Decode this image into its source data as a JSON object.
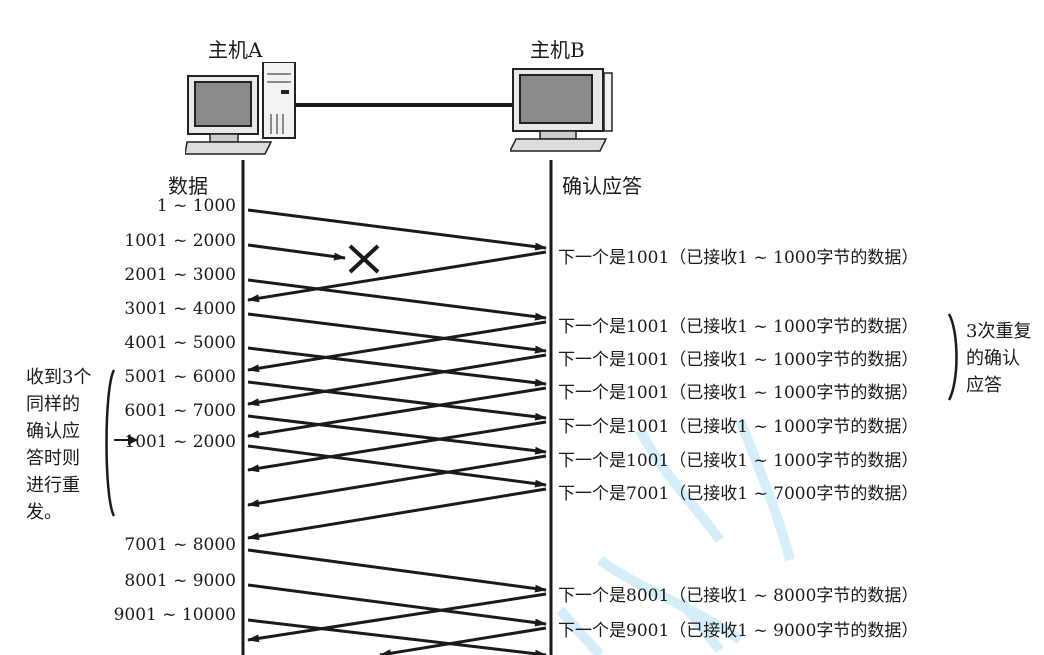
{
  "hosts": {
    "a_label": "主机A",
    "b_label": "主机B"
  },
  "headers": {
    "left": "数据",
    "right": "确认应答"
  },
  "segments": [
    "1 ~ 1000",
    "1001 ~ 2000",
    "2001 ~ 3000",
    "3001 ~ 4000",
    "4001 ~ 5000",
    "5001 ~ 6000",
    "6001 ~ 7000",
    "1001 ~ 2000",
    "7001 ~ 8000",
    "8001 ~ 9000",
    "9001 ~ 10000"
  ],
  "acks": [
    "下一个是1001（已接收1 ~ 1000字节的数据）",
    "下一个是1001（已接收1 ~ 1000字节的数据）",
    "下一个是1001（已接收1 ~ 1000字节的数据）",
    "下一个是1001（已接收1 ~ 1000字节的数据）",
    "下一个是1001（已接收1 ~ 1000字节的数据）",
    "下一个是1001（已接收1 ~ 1000字节的数据）",
    "下一个是7001（已接收1 ~ 7000字节的数据）",
    "下一个是8001（已接收1 ~ 8000字节的数据）",
    "下一个是9001（已接收1 ~ 9000字节的数据）"
  ],
  "left_note": [
    "收到3个",
    "同样的",
    "确认应",
    "答时则",
    "进行重",
    "发。"
  ],
  "right_note": [
    "3次重复",
    "的确认",
    "应答"
  ],
  "lost_marker": "×",
  "colors": {
    "line": "#1a1a1a",
    "watermark": "#bfe6f7"
  }
}
